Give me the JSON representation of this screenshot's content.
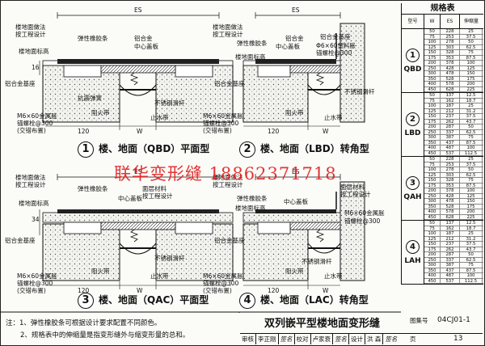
{
  "dims": {
    "es": "ES",
    "w": "W",
    "d120": "120",
    "d16": "16",
    "d34": "34"
  },
  "labels": {
    "floor_finish": "楼地面做法\n按工程设计",
    "floor_level": "楼地面标高",
    "rubber_strip": "弹性橡胶条",
    "al_alloy": "铝合金",
    "center_plate": "中心盖板",
    "al_base": "铝合金基座",
    "anti_spring": "抗震弹簧",
    "steel_rod": "不锈钢滑杆",
    "steel_rod_2": "不锈钢滑杆",
    "fire_belt": "阻火带",
    "water_stop": "止水带",
    "anchor": "M6×60金属胀\n锚螺栓@300\n(交错布置)",
    "pvc_nail": "Φ6×60塑料胀\n锚螺栓@300",
    "cover_material": "面层材料\n按工程设计",
    "anchor_short": "锚螺栓@300",
    "side_anchor": "M6×60金属胀",
    "al_base_2": "铝合金基座",
    "al_alloy_2": "铝合金",
    "center_plate_2": "中心盖板"
  },
  "details": [
    {
      "num": "1",
      "text": "楼、地面（QBD）平面型"
    },
    {
      "num": "2",
      "text": "楼、地面（LBD）转角型"
    },
    {
      "num": "3",
      "text": "楼、地面（QAC）平面型"
    },
    {
      "num": "4",
      "text": "楼、地面（LAC）转角型"
    }
  ],
  "watermark": "联华变形缝 18862371718",
  "spec": {
    "title": "规格表",
    "headers": [
      "型号",
      "W",
      "ES",
      "伸缩量"
    ],
    "groups": [
      {
        "num": "1",
        "code": "QBD",
        "rows": [
          [
            "50",
            "228",
            "25"
          ],
          [
            "75",
            "253",
            "37.5"
          ],
          [
            "100",
            "278",
            "50"
          ],
          [
            "125",
            "303",
            "62.5"
          ],
          [
            "150",
            "328",
            "75"
          ],
          [
            "175",
            "353",
            "87.5"
          ],
          [
            "200",
            "378",
            "100"
          ],
          [
            "250",
            "428",
            "125"
          ],
          [
            "300",
            "478",
            "150"
          ],
          [
            "350",
            "528",
            "175"
          ],
          [
            "400",
            "578",
            "200"
          ],
          [
            "450",
            "628",
            "225"
          ]
        ]
      },
      {
        "num": "2",
        "code": "LBD",
        "rows": [
          [
            "50",
            "137",
            "12.5"
          ],
          [
            "75",
            "162",
            "18.7"
          ],
          [
            "100",
            "187",
            "25"
          ],
          [
            "125",
            "212",
            "31.2"
          ],
          [
            "150",
            "237",
            "37.5"
          ],
          [
            "175",
            "262",
            "43.7"
          ],
          [
            "200",
            "287",
            "50"
          ],
          [
            "250",
            "337",
            "62.5"
          ],
          [
            "300",
            "387",
            "75"
          ],
          [
            "350",
            "437",
            "87.5"
          ],
          [
            "400",
            "487",
            "100"
          ],
          [
            "450",
            "537",
            "112.5"
          ]
        ]
      },
      {
        "num": "3",
        "code": "QAH",
        "rows": [
          [
            "50",
            "228",
            "25"
          ],
          [
            "75",
            "253",
            "37.5"
          ],
          [
            "100",
            "278",
            "50"
          ],
          [
            "125",
            "303",
            "62.5"
          ],
          [
            "150",
            "328",
            "75"
          ],
          [
            "175",
            "353",
            "87.5"
          ],
          [
            "200",
            "378",
            "100"
          ],
          [
            "250",
            "428",
            "125"
          ],
          [
            "300",
            "478",
            "150"
          ],
          [
            "350",
            "528",
            "175"
          ],
          [
            "400",
            "578",
            "200"
          ],
          [
            "450",
            "628",
            "225"
          ]
        ]
      },
      {
        "num": "4",
        "code": "LAH",
        "rows": [
          [
            "50",
            "137",
            "12.5"
          ],
          [
            "75",
            "162",
            "18.7"
          ],
          [
            "100",
            "187",
            "25"
          ],
          [
            "125",
            "212",
            "31.2"
          ],
          [
            "150",
            "237",
            "37.5"
          ],
          [
            "175",
            "262",
            "43.7"
          ],
          [
            "200",
            "287",
            "50"
          ],
          [
            "250",
            "337",
            "62.5"
          ],
          [
            "300",
            "387",
            "75"
          ],
          [
            "350",
            "437",
            "87.5"
          ],
          [
            "400",
            "487",
            "100"
          ],
          [
            "450",
            "537",
            "112.5"
          ]
        ]
      }
    ]
  },
  "notes": [
    "注：1、弹性橡胶条可根据设计要求配置不同颜色。",
    "2、规格表中的伸缩量是指变形缝外与缩变形量的总和。"
  ],
  "title_block": {
    "title": "双列嵌平型楼地面变形缝",
    "atlas_label": "图集号",
    "atlas_no": "04CJ01-1",
    "page_label": "页",
    "page_no": "13",
    "row": [
      "审核",
      "李正刚",
      "签名",
      "校对",
      "卢家衰",
      "签名",
      "设计",
      "洪  森",
      "签名"
    ]
  }
}
